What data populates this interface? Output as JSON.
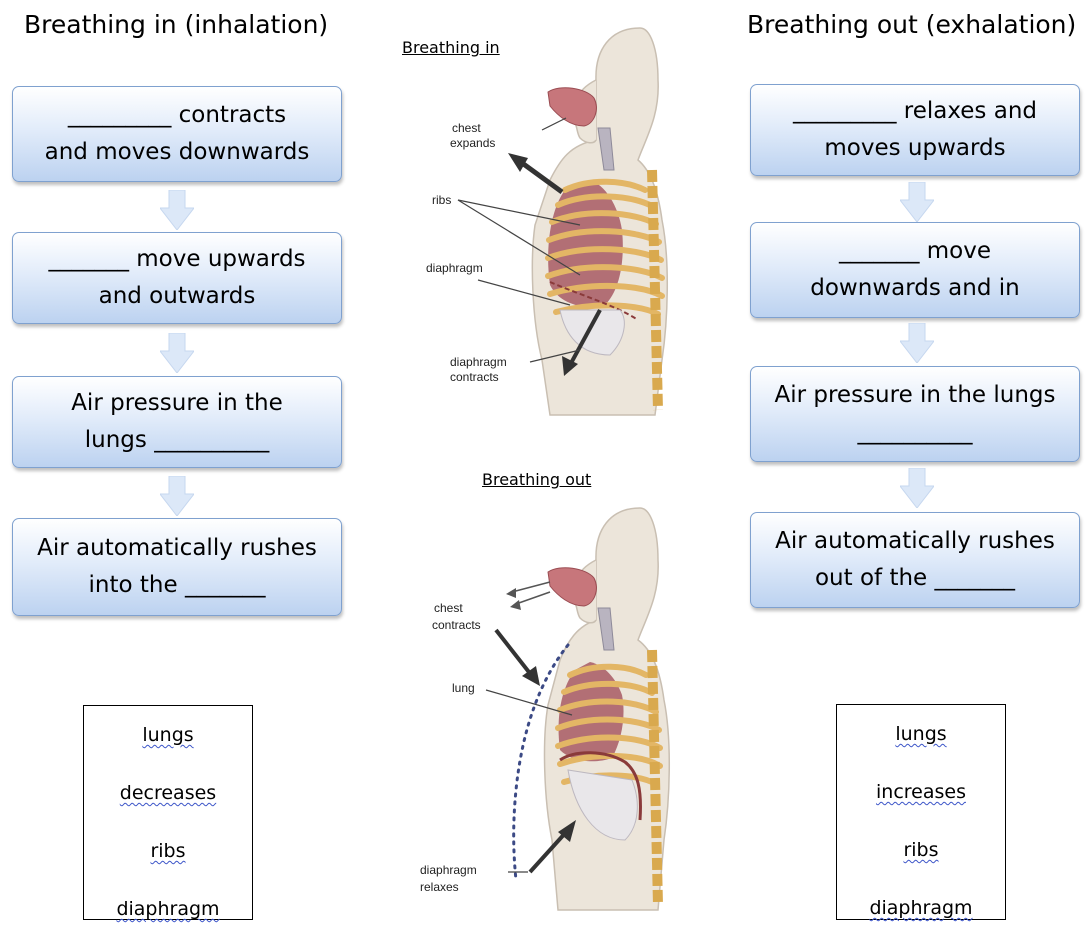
{
  "inhalation": {
    "title": "Breathing in (inhalation)",
    "steps": [
      {
        "line1": "_________ contracts",
        "line2": "and moves downwards"
      },
      {
        "line1": "_______ move upwards",
        "line2": "and outwards"
      },
      {
        "line1": "Air pressure in the",
        "line2": "lungs __________"
      },
      {
        "line1": "Air automatically rushes",
        "line2": "into the _______"
      }
    ],
    "word_bank": [
      "lungs",
      "decreases",
      "ribs",
      "diaphragm"
    ]
  },
  "exhalation": {
    "title": "Breathing out (exhalation)",
    "steps": [
      {
        "line1": "_________ relaxes and",
        "line2": "moves upwards"
      },
      {
        "line1": "_______ move",
        "line2": "downwards and in"
      },
      {
        "line1": "Air pressure in the lungs",
        "line2": "__________"
      },
      {
        "line1": "Air automatically rushes",
        "line2": "out of the _______"
      }
    ],
    "word_bank": [
      "lungs",
      "increases",
      "ribs",
      "diaphragm"
    ]
  },
  "figures": {
    "top": {
      "title": "Breathing in",
      "labels": {
        "chest": "chest",
        "expands": "expands",
        "ribs": "ribs",
        "diaphragm": "diaphragm",
        "diaphragm2": "diaphragm",
        "contracts": "contracts"
      }
    },
    "bottom": {
      "title": "Breathing out",
      "labels": {
        "chest": "chest",
        "contracts": "contracts",
        "lung": "lung",
        "diaphragm": "diaphragm",
        "relaxes": "relaxes"
      }
    }
  },
  "colors": {
    "box_border": "#7fa1cf",
    "arrow_fill": "#dce8f8",
    "skin": "#ece5da",
    "rib": "#e3b665",
    "lung": "#a85a63",
    "word_underline": "#3c55c8"
  }
}
